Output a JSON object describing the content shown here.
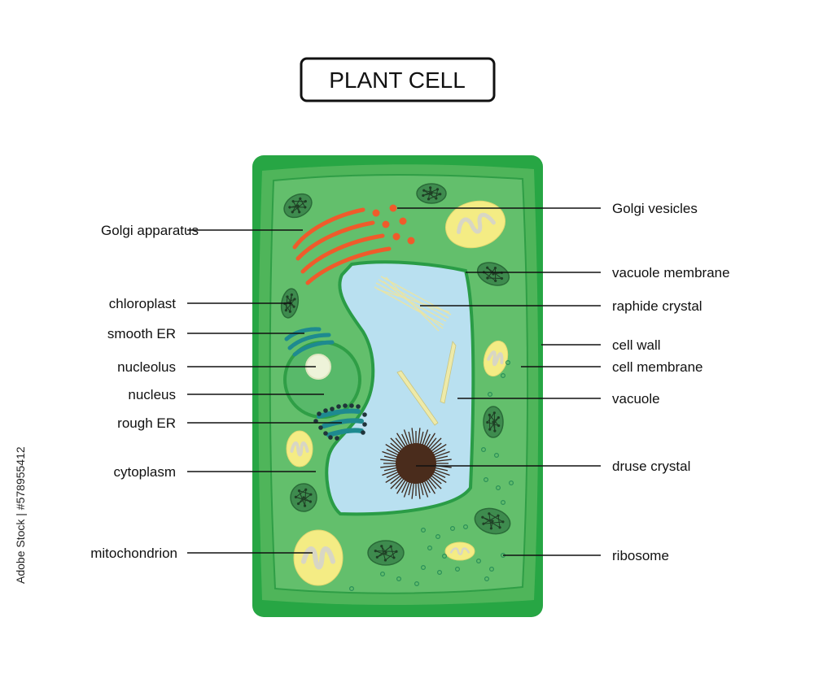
{
  "title": "PLANT CELL",
  "colors": {
    "cell_wall": "#27a644",
    "cytoplasm": "#63bf6c",
    "vacuole": "#b9e0f0",
    "golgi": "#ef5b2b",
    "mitochondrion": "#f4ec84",
    "chloroplast": "#3e8b4e",
    "er": "#1e8a8f",
    "nucleus": "#58b96a",
    "nucleolus": "#eef3d9",
    "druse": "#4a2c1c"
  },
  "labels_left": [
    {
      "id": "golgi-apparatus",
      "text": "Golgi apparatus"
    },
    {
      "id": "chloroplast",
      "text": "chloroplast"
    },
    {
      "id": "smooth-er",
      "text": "smooth ER"
    },
    {
      "id": "nucleolus",
      "text": "nucleolus"
    },
    {
      "id": "nucleus",
      "text": "nucleus"
    },
    {
      "id": "rough-er",
      "text": "rough ER"
    },
    {
      "id": "cytoplasm",
      "text": "cytoplasm"
    },
    {
      "id": "mitochondrion",
      "text": "mitochondrion"
    }
  ],
  "labels_right": [
    {
      "id": "golgi-vesicles",
      "text": "Golgi vesicles"
    },
    {
      "id": "vacuole-membrane",
      "text": "vacuole membrane"
    },
    {
      "id": "raphide-crystal",
      "text": "raphide crystal"
    },
    {
      "id": "cell-wall",
      "text": "cell wall"
    },
    {
      "id": "cell-membrane",
      "text": "cell membrane"
    },
    {
      "id": "vacuole",
      "text": "vacuole"
    },
    {
      "id": "druse-crystal",
      "text": "druse crystal"
    },
    {
      "id": "ribosome",
      "text": "ribosome"
    }
  ],
  "watermark_side_text": "Adobe Stock | #578955412"
}
